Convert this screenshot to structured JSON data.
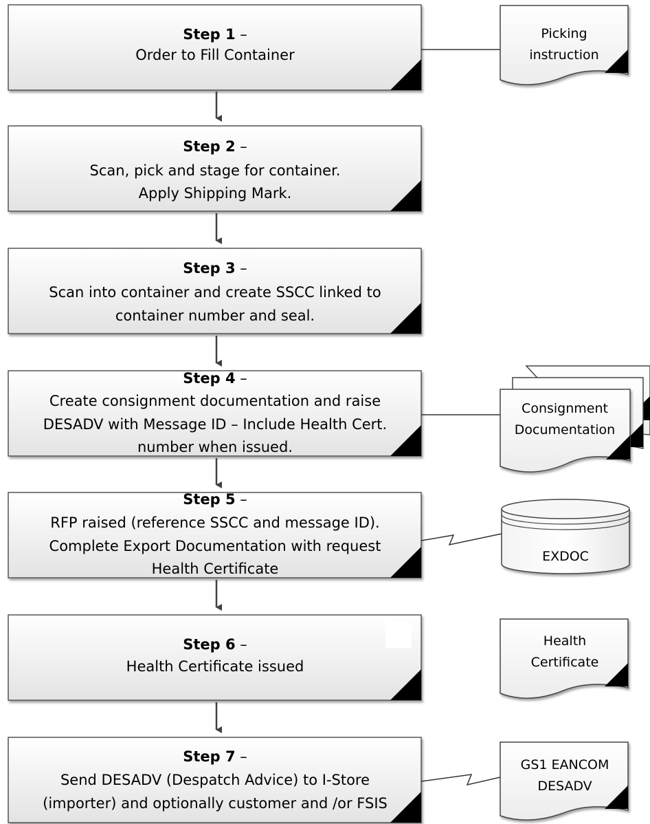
{
  "steps": [
    {
      "title": "Step 1",
      "dash": " –",
      "lines": [
        "Order to Fill Container"
      ]
    },
    {
      "title": "Step 2",
      "dash": " –",
      "lines": [
        "Scan, pick and stage for container.",
        "Apply Shipping Mark."
      ]
    },
    {
      "title": "Step 3",
      "dash": " –",
      "lines": [
        "Scan into container and create SSCC linked to",
        "container number and seal."
      ]
    },
    {
      "title": "Step 4",
      "dash": " –",
      "lines": [
        "Create consignment documentation and raise",
        "DESADV with Message ID – Include Health Cert.",
        "number when issued."
      ]
    },
    {
      "title": "Step 5",
      "dash": " –",
      "lines": [
        "RFP raised (reference SSCC and message ID).",
        "Complete Export Documentation with request",
        "Health Certificate"
      ]
    },
    {
      "title": "Step 6",
      "dash": " –",
      "lines": [
        "Health Certificate issued"
      ]
    },
    {
      "title": "Step 7",
      "dash": " –",
      "lines": [
        "Send DESADV (Despatch Advice) to I-Store",
        "(importer) and optionally customer and /or FSIS"
      ]
    }
  ],
  "side_items": {
    "picking_instruction": {
      "lines": [
        "Picking",
        "instruction"
      ]
    },
    "consignment_documentation": {
      "lines": [
        "Consignment",
        "Documentation"
      ]
    },
    "exdoc": {
      "label": "EXDOC"
    },
    "health_certificate": {
      "lines": [
        "Health",
        "Certificate"
      ]
    },
    "gs1_desadv": {
      "lines": [
        "GS1 EANCOM",
        "DESADV"
      ]
    }
  },
  "colors": {
    "box_top": "#ffffff",
    "box_bottom": "#e4e4e4",
    "border": "#555555",
    "corner": "#000000",
    "arrow": "#404040"
  }
}
